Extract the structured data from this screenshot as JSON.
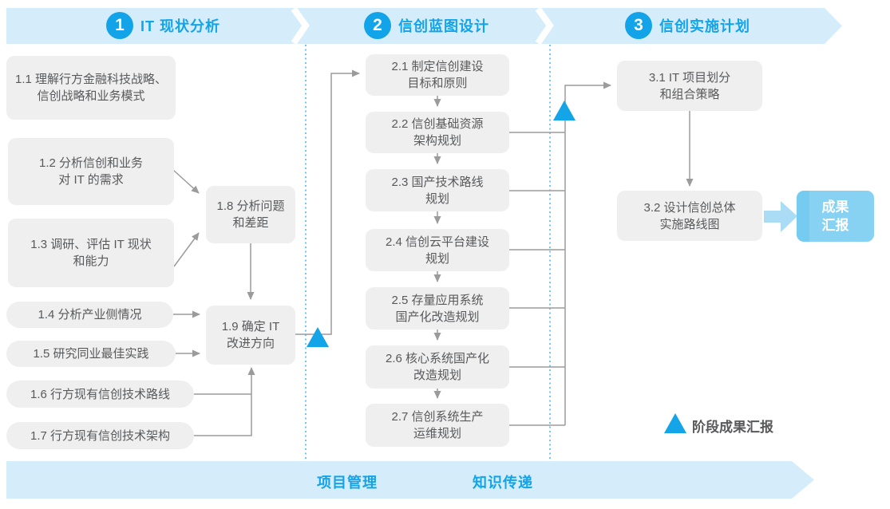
{
  "phases": [
    {
      "number": "1",
      "title": "IT 现状分析"
    },
    {
      "number": "2",
      "title": "信创蓝图设计"
    },
    {
      "number": "3",
      "title": "信创实施计划"
    }
  ],
  "boxes": {
    "b11": "1.1 理解行方金融科技战略、\n信创战略和业务模式",
    "b12": "1.2 分析信创和业务\n对 IT 的需求",
    "b13": "1.3 调研、评估 IT 现状\n和能力",
    "b14": "1.4 分析产业侧情况",
    "b15": "1.5 研究同业最佳实践",
    "b16": "1.6 行方现有信创技术路线",
    "b17": "1.7 行方现有信创技术架构",
    "b18": "1.8 分析问题\n和差距",
    "b19": "1.9 确定 IT\n改进方向",
    "b21": "2.1 制定信创建设\n目标和原则",
    "b22": "2.2 信创基础资源\n架构规划",
    "b23": "2.3 国产技术路线\n规划",
    "b24": "2.4 信创云平台建设\n规划",
    "b25": "2.5 存量应用系统\n国产化改造规划",
    "b26": "2.6 核心系统国产化\n改造规划",
    "b27": "2.7 信创系统生产\n运维规划",
    "b31": "3.1 IT 项目划分\n和组合策略",
    "b32": "3.2 设计信创总体\n实施路线图"
  },
  "outcome_box": "成果\n汇报",
  "legend": {
    "label": "阶段成果汇报"
  },
  "footer": {
    "left_label": "项目管理",
    "right_label": "知识传递"
  },
  "colors": {
    "accent_blue": "#12a3e8",
    "banner_fill": "#d5edfb",
    "box_fill": "#efefef",
    "box_text": "#58595b",
    "connector_gray": "#9b9b9b",
    "dotted_divider": "#4bbaec",
    "outcome_fill": "#87d2f3",
    "thick_arrow": "#aadcf5"
  }
}
